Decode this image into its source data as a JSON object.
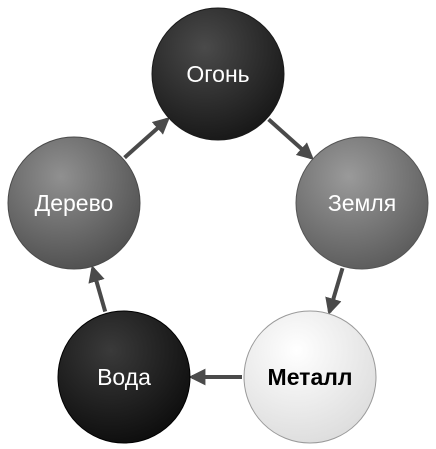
{
  "diagram": {
    "nodes": [
      {
        "id": "fire",
        "label": "Огонь",
        "fill": "#2b2b2b",
        "text_color": "#ffffff",
        "bold": false
      },
      {
        "id": "earth",
        "label": "Земля",
        "fill": "#7a7a7a",
        "text_color": "#ffffff",
        "bold": false
      },
      {
        "id": "metal",
        "label": "Металл",
        "fill": "#f2f2f2",
        "text_color": "#000000",
        "bold": true
      },
      {
        "id": "water",
        "label": "Вода",
        "fill": "#1e1e1e",
        "text_color": "#ffffff",
        "bold": false
      },
      {
        "id": "wood",
        "label": "Дерево",
        "fill": "#6e6e6e",
        "text_color": "#ffffff",
        "bold": false
      }
    ],
    "edges": [
      {
        "from": "fire",
        "to": "earth"
      },
      {
        "from": "earth",
        "to": "metal"
      },
      {
        "from": "metal",
        "to": "water"
      },
      {
        "from": "water",
        "to": "wood"
      },
      {
        "from": "wood",
        "to": "fire"
      }
    ],
    "arrow_color": "#4a4a4a"
  }
}
